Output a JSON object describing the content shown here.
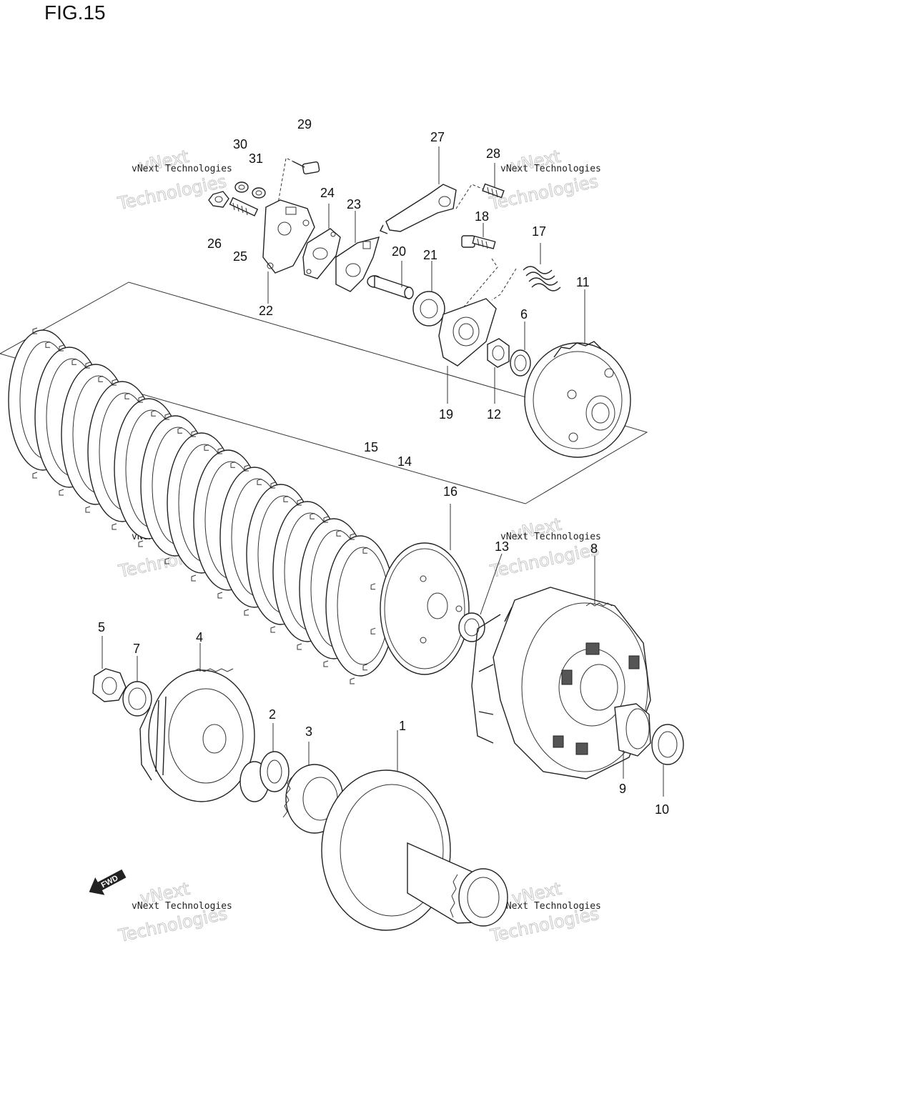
{
  "figure": {
    "title": "FIG.15",
    "fwd_label": "FWD"
  },
  "watermark": {
    "line1": "vNext Technologies",
    "line2": "vNext",
    "line3": "Technologies"
  },
  "callouts": [
    {
      "id": "c1",
      "label": "1"
    },
    {
      "id": "c2",
      "label": "2"
    },
    {
      "id": "c3",
      "label": "3"
    },
    {
      "id": "c4",
      "label": "4"
    },
    {
      "id": "c5",
      "label": "5"
    },
    {
      "id": "c6",
      "label": "6"
    },
    {
      "id": "c7",
      "label": "7"
    },
    {
      "id": "c8",
      "label": "8"
    },
    {
      "id": "c9",
      "label": "9"
    },
    {
      "id": "c10",
      "label": "10"
    },
    {
      "id": "c11",
      "label": "11"
    },
    {
      "id": "c12",
      "label": "12"
    },
    {
      "id": "c13",
      "label": "13"
    },
    {
      "id": "c14",
      "label": "14"
    },
    {
      "id": "c15",
      "label": "15"
    },
    {
      "id": "c16",
      "label": "16"
    },
    {
      "id": "c17",
      "label": "17"
    },
    {
      "id": "c18",
      "label": "18"
    },
    {
      "id": "c19",
      "label": "19"
    },
    {
      "id": "c20",
      "label": "20"
    },
    {
      "id": "c21",
      "label": "21"
    },
    {
      "id": "c22",
      "label": "22"
    },
    {
      "id": "c23",
      "label": "23"
    },
    {
      "id": "c24",
      "label": "24"
    },
    {
      "id": "c25",
      "label": "25"
    },
    {
      "id": "c26",
      "label": "26"
    },
    {
      "id": "c27",
      "label": "27"
    },
    {
      "id": "c28",
      "label": "28"
    },
    {
      "id": "c29",
      "label": "29"
    },
    {
      "id": "c30",
      "label": "30"
    },
    {
      "id": "c31",
      "label": "31"
    }
  ]
}
